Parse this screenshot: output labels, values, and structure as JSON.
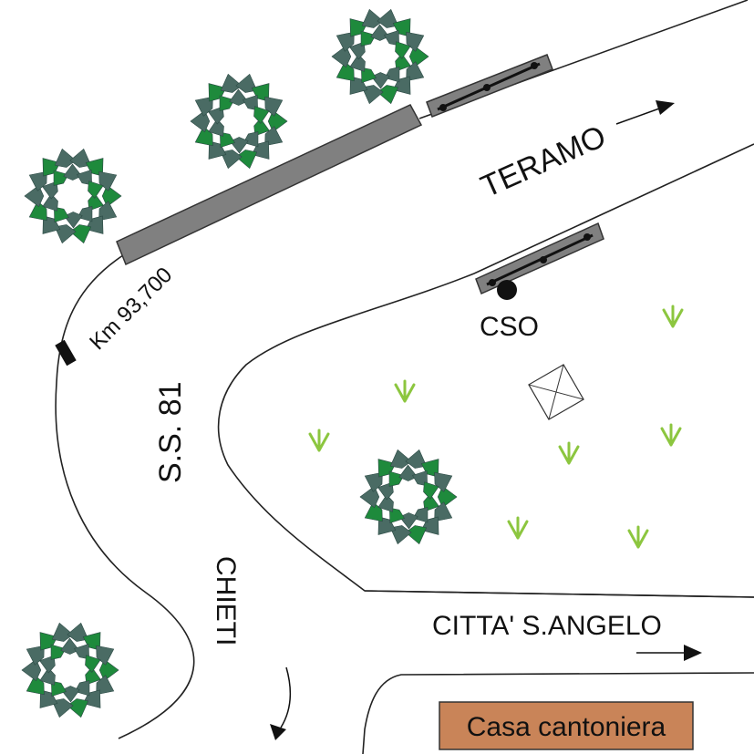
{
  "labels": {
    "teramo": "TERAMO",
    "km": "Km 93,700",
    "cso": "CSO",
    "ss81": "S.S. 81",
    "chieti": "CHIETI",
    "citta": "CITTA' S.ANGELO",
    "casa": "Casa cantoniera"
  },
  "colors": {
    "tree_dark": "#4a6b64",
    "tree_light": "#1e8a3c",
    "grass": "#8cc63f",
    "building_fill": "#c98458",
    "platform_fill": "#7f7f7f"
  },
  "icons": {
    "tree": "tree-icon",
    "grass": "grass-tuft-icon",
    "arrow": "direction-arrow-icon",
    "marker": "km-marker-icon",
    "station": "cso-point-icon",
    "box": "crossed-box-icon"
  }
}
